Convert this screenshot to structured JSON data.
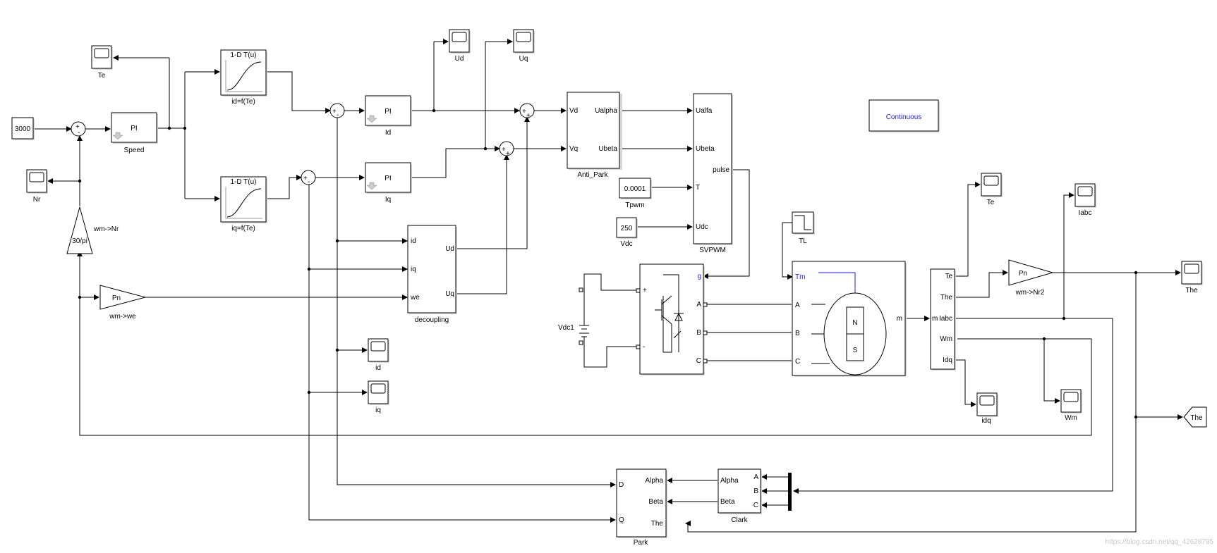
{
  "colors": {
    "background": "#ffffff",
    "line": "#000000",
    "accent_blue": "#1a1aff",
    "watermark": "#c8c8c8"
  },
  "constants": {
    "speed_ref": "3000",
    "tpwm": "0.0001",
    "vdc": "250"
  },
  "blocks": {
    "pi": "PI",
    "speed": "Speed",
    "id": "Id",
    "iq": "Iq",
    "lut_header": "1-D T(u)",
    "lut_id": "id=f(Te)",
    "lut_iq": "iq=f(Te)",
    "gain_3": "30/pi",
    "gain_3_label": "wm->Nr",
    "pn": "Pn",
    "gain_we_label": "wm->we",
    "gain_nr2_label": "wm->Nr2",
    "anti_park": "Anti_Park",
    "svpwm": "SVPWM",
    "decoupling": "decoupling",
    "tpwm_label": "Tpwm",
    "vdc_label": "Vdc",
    "vdc1": "Vdc1",
    "tl": "TL",
    "park": "Park",
    "clark": "Clark",
    "continuous": "Continuous",
    "goto_the": "The",
    "pmsm_n": "N",
    "pmsm_s": "S"
  },
  "scopes": {
    "te_top": "Te",
    "nr": "Nr",
    "ud": "Ud",
    "uq": "Uq",
    "id": "id",
    "iq": "iq",
    "te_right": "Te",
    "iabc": "Iabc",
    "the": "The",
    "idq": "idq",
    "wm": "Wm"
  },
  "ports": {
    "anti_park_in": [
      "Vd",
      "Vq"
    ],
    "anti_park_out": [
      "Ualpha",
      "Ubeta"
    ],
    "svpwm_in": [
      "Ualfa",
      "Ubeta",
      "T",
      "Udc"
    ],
    "svpwm_out": "pulse",
    "decoupling_in": [
      "id",
      "iq",
      "we"
    ],
    "decoupling_out": [
      "Ud",
      "Uq"
    ],
    "inverter": [
      "g",
      "A",
      "B",
      "C"
    ],
    "inverter_dc": [
      "+",
      "-"
    ],
    "pmsm_in": [
      "Tm",
      "A",
      "B",
      "C"
    ],
    "pmsm_out": "m",
    "demux_in": "m",
    "demux_out": [
      "Te",
      "The",
      "Iabc",
      "Wm",
      "Idq"
    ],
    "park_in": [
      "Alpha",
      "Beta",
      "The"
    ],
    "park_out": [
      "D",
      "Q"
    ],
    "clark_in": [
      "A",
      "B",
      "C"
    ],
    "clark_out": [
      "Alpha",
      "Beta"
    ]
  },
  "signs": {
    "plus": "+",
    "minus": "-"
  },
  "watermark": "https://blog.csdn.net/qq_42628795"
}
